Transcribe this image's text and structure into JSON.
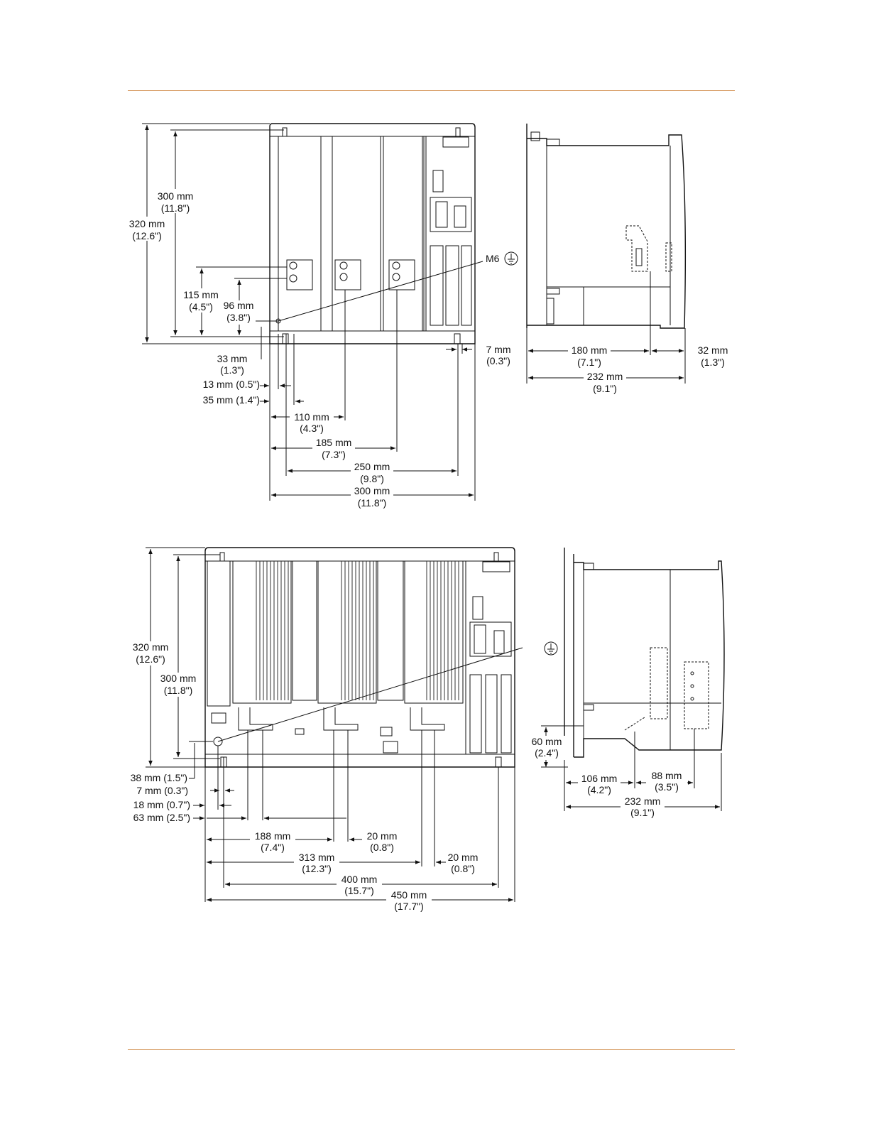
{
  "theme": {
    "rule_color": "#d9a06a",
    "line_color": "#111111"
  },
  "diagram_top": {
    "front": {
      "h_320": [
        "320 mm",
        "(12.6\")"
      ],
      "h_300": [
        "300 mm",
        "(11.8\")"
      ],
      "h_115": [
        "115 mm",
        "(4.5\")"
      ],
      "h_96": [
        "96 mm",
        "(3.8\")"
      ],
      "h_33": [
        "33 mm",
        "(1.3\")"
      ],
      "w_13": "13 mm (0.5\")",
      "w_35": "35 mm (1.4\")",
      "w_110": [
        "110 mm",
        "(4.3\")"
      ],
      "w_185": [
        "185 mm",
        "(7.3\")"
      ],
      "w_250": [
        "250 mm",
        "(9.8\")"
      ],
      "w_300": [
        "300 mm",
        "(11.8\")"
      ],
      "w_7": [
        "7 mm",
        "(0.3\")"
      ],
      "ground_label": "M6"
    },
    "side": {
      "d_180": [
        "180 mm",
        "(7.1\")"
      ],
      "d_32": [
        "32 mm",
        "(1.3\")"
      ],
      "d_232": [
        "232 mm",
        "(9.1\")"
      ]
    }
  },
  "diagram_bottom": {
    "front": {
      "h_320": [
        "320 mm",
        "(12.6\")"
      ],
      "h_300": [
        "300 mm",
        "(11.8\")"
      ],
      "w_38": "38 mm (1.5\")",
      "w_7": "7 mm (0.3\")",
      "w_18": "18 mm (0.7\")",
      "w_63": "63 mm (2.5\")",
      "w_188": [
        "188 mm",
        "(7.4\")"
      ],
      "w_20a": [
        "20 mm",
        "(0.8\")"
      ],
      "w_313": [
        "313 mm",
        "(12.3\")"
      ],
      "w_20b": [
        "20 mm",
        "(0.8\")"
      ],
      "w_400": [
        "400 mm",
        "(15.7\")"
      ],
      "w_450": [
        "450 mm",
        "(17.7\")"
      ]
    },
    "side": {
      "h_60": [
        "60 mm",
        "(2.4\")"
      ],
      "d_106": [
        "106 mm",
        "(4.2\")"
      ],
      "d_88": [
        "88 mm",
        "(3.5\")"
      ],
      "d_232": [
        "232 mm",
        "(9.1\")"
      ]
    }
  }
}
